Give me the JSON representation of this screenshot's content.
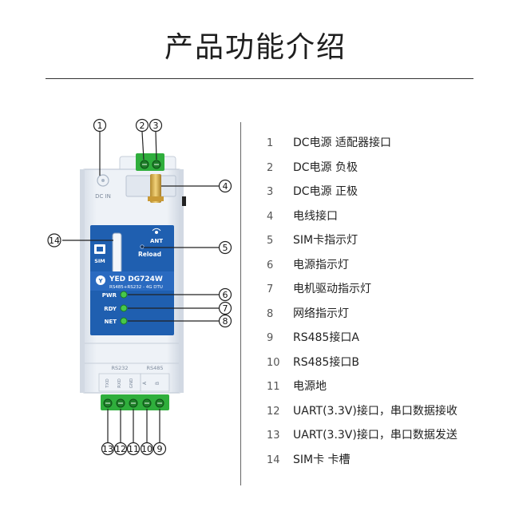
{
  "title": "产品功能介绍",
  "legend": [
    {
      "num": "1",
      "text": "DC电源 适配器接口"
    },
    {
      "num": "2",
      "text": "DC电源 负极"
    },
    {
      "num": "3",
      "text": "DC电源 正极"
    },
    {
      "num": "4",
      "text": "电线接口"
    },
    {
      "num": "5",
      "text": "SIM卡指示灯"
    },
    {
      "num": "6",
      "text": "电源指示灯"
    },
    {
      "num": "7",
      "text": "电机驱动指示灯"
    },
    {
      "num": "8",
      "text": "网络指示灯"
    },
    {
      "num": "9",
      "text": "RS485接口A"
    },
    {
      "num": "10",
      "text": "RS485接口B"
    },
    {
      "num": "11",
      "text": "电源地"
    },
    {
      "num": "12",
      "text": "UART(3.3V)接口，串口数据接收"
    },
    {
      "num": "13",
      "text": "UART(3.3V)接口，串口数据发送"
    },
    {
      "num": "14",
      "text": "SIM卡 卡槽"
    }
  ],
  "device": {
    "dc_in": "DC IN",
    "ant": "ANT",
    "reload": "Reload",
    "sim": "SIM",
    "brand": "YED DG724W",
    "subtitle": "RS485+RS232 - 4G DTU",
    "pwr": "PWR",
    "rdy": "RDY",
    "net": "NET",
    "rs232": "RS232",
    "rs485": "RS485",
    "txd": "TXD",
    "rxd": "RXD",
    "gnd": "GND",
    "a": "A",
    "b": "B"
  },
  "callouts": [
    "1",
    "2",
    "3",
    "4",
    "5",
    "6",
    "7",
    "8",
    "9",
    "10",
    "11",
    "12",
    "13",
    "14"
  ],
  "colors": {
    "panel_blue": "#1f5fb0",
    "terminal_green": "#2fae3c",
    "led_green": "#47c84a",
    "housing": "#e6ecf3"
  }
}
